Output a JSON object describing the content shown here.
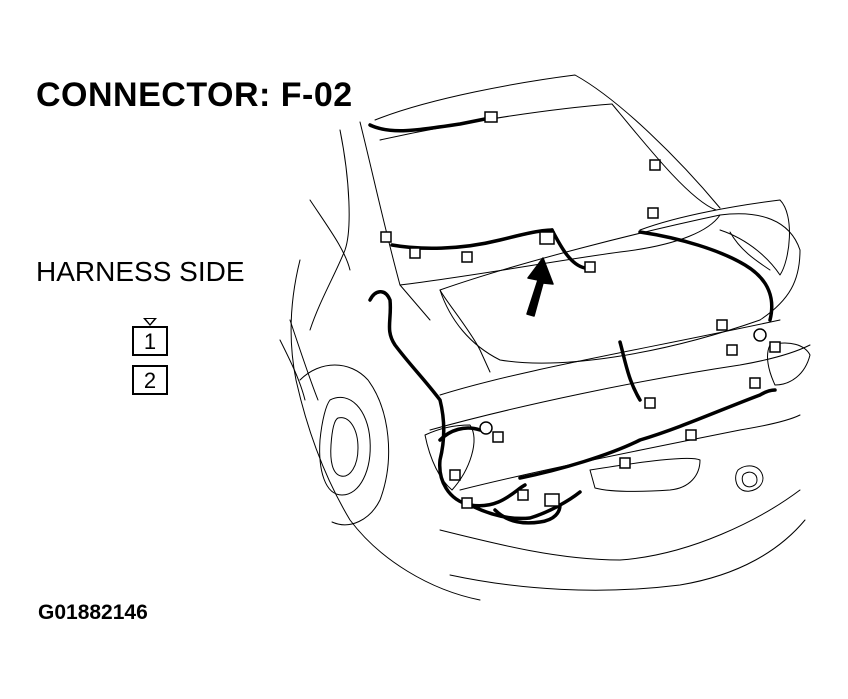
{
  "title": "CONNECTOR: F-02",
  "harness_label": "HARNESS SIDE",
  "connector_pins": [
    "1",
    "2"
  ],
  "figure_code": "G01882146",
  "colors": {
    "line": "#000000",
    "background": "#ffffff"
  }
}
